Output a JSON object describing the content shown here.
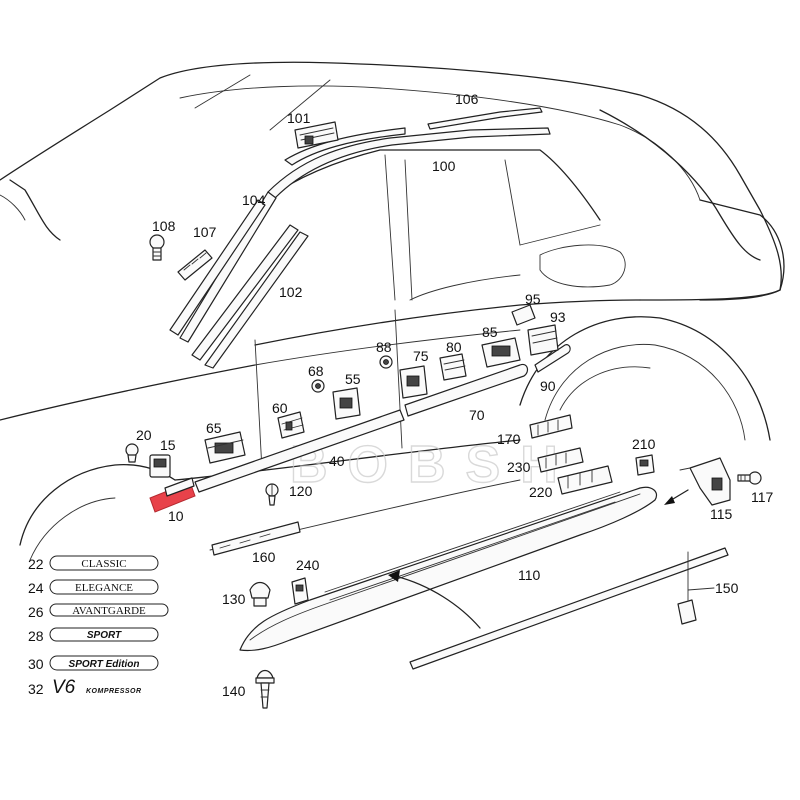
{
  "watermark": "BOBSH",
  "highlight_color": "#e8424a",
  "part_numbers": {
    "p10": "10",
    "p15": "15",
    "p20": "20",
    "p40": "40",
    "p55": "55",
    "p60": "60",
    "p65": "65",
    "p68": "68",
    "p70": "70",
    "p75": "75",
    "p80": "80",
    "p85": "85",
    "p88": "88",
    "p90": "90",
    "p93": "93",
    "p95": "95",
    "p100": "100",
    "p101": "101",
    "p102": "102",
    "p104": "104",
    "p106": "106",
    "p107": "107",
    "p108": "108",
    "p110": "110",
    "p115": "115",
    "p117": "117",
    "p120": "120",
    "p130": "130",
    "p140": "140",
    "p150": "150",
    "p160": "160",
    "p170": "170",
    "p210": "210",
    "p220": "220",
    "p230": "230",
    "p240": "240"
  },
  "badges": [
    {
      "number": "22",
      "text": "CLASSIC"
    },
    {
      "number": "24",
      "text": "ELEGANCE"
    },
    {
      "number": "26",
      "text": "AVANTGARDE"
    },
    {
      "number": "28",
      "text": "SPORT"
    },
    {
      "number": "30",
      "text": "SPORT Edition"
    },
    {
      "number": "32",
      "text_main": "V6",
      "text_sub": "KOMPRESSOR"
    }
  ]
}
